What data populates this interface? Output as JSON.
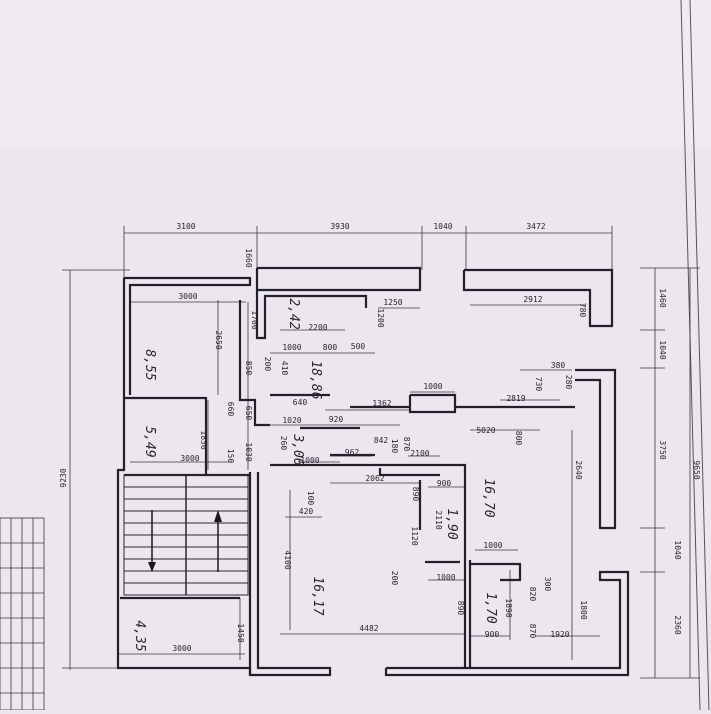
{
  "plan": {
    "top_dimensions": [
      "3100",
      "3930",
      "1040",
      "3472"
    ],
    "left_dimension": "9230",
    "right_dimensions": [
      "1460",
      "1040",
      "3750",
      "1040",
      "2360"
    ],
    "right_total": "9650",
    "room_areas": [
      "2,42",
      "8,55",
      "18,86",
      "5,49",
      "3,06",
      "16,70",
      "1,90",
      "16,17",
      "1,70",
      "4,35"
    ],
    "inner_dimensions": [
      "3000",
      "1250",
      "2912",
      "780",
      "2200",
      "1700",
      "1200",
      "1000",
      "800",
      "500",
      "2650",
      "850",
      "410",
      "200",
      "380",
      "280",
      "730",
      "1000",
      "1362",
      "2819",
      "640",
      "1020",
      "920",
      "650",
      "5020",
      "800",
      "1830",
      "3000",
      "1030",
      "150",
      "660",
      "842",
      "180",
      "870",
      "2100",
      "962",
      "1000",
      "260",
      "2640",
      "2062",
      "900",
      "890",
      "420",
      "100",
      "2110",
      "1120",
      "4100",
      "1000",
      "300",
      "1000",
      "820",
      "890",
      "1800",
      "4482",
      "1890",
      "900",
      "870",
      "1920",
      "1450",
      "3000",
      "1660",
      "200"
    ]
  }
}
